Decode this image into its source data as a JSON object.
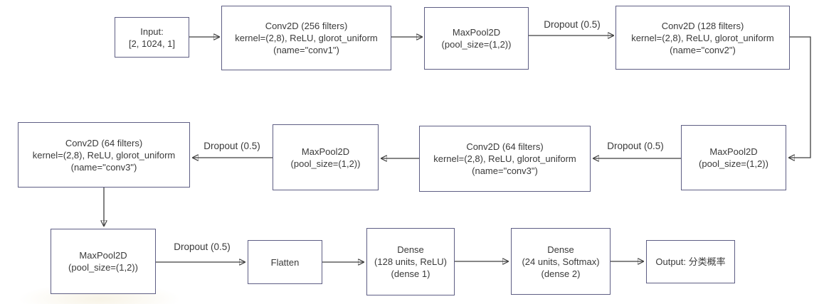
{
  "diagram": {
    "type": "cnn-architecture-flowchart",
    "colors": {
      "box_border": "#5e5e84",
      "text": "#3a3a3a",
      "arrow": "#3f3f3f",
      "background": "#ffffff"
    },
    "nodes": {
      "input": {
        "lines": [
          "Input:",
          "[2, 1024, 1]"
        ]
      },
      "conv1": {
        "lines": [
          "Conv2D (256 filters)",
          "kernel=(2,8), ReLU, glorot_uniform",
          "(name=\"conv1\")"
        ]
      },
      "pool1": {
        "lines": [
          "MaxPool2D",
          "(pool_size=(1,2))"
        ]
      },
      "conv2": {
        "lines": [
          "Conv2D (128 filters)",
          "kernel=(2,8), ReLU, glorot_uniform",
          "(name=\"conv2\")"
        ]
      },
      "pool2": {
        "lines": [
          "MaxPool2D",
          "(pool_size=(1,2))"
        ]
      },
      "conv3_mid": {
        "lines": [
          "Conv2D (64 filters)",
          "kernel=(2,8), ReLU, glorot_uniform",
          "(name=\"conv3\")"
        ]
      },
      "pool3": {
        "lines": [
          "MaxPool2D",
          "(pool_size=(1,2))"
        ]
      },
      "conv3_left": {
        "lines": [
          "Conv2D (64 filters)",
          "kernel=(2,8), ReLU, glorot_uniform",
          "(name=\"conv3\")"
        ]
      },
      "pool4": {
        "lines": [
          "MaxPool2D",
          "(pool_size=(1,2))"
        ]
      },
      "flatten": {
        "lines": [
          "Flatten"
        ]
      },
      "dense1": {
        "lines": [
          "Dense",
          "(128 units, ReLU)",
          "(dense 1)"
        ]
      },
      "dense2": {
        "lines": [
          "Dense",
          "(24 units, Softmax)",
          "(dense 2)"
        ]
      },
      "output": {
        "lines": [
          "Output: 分类概率"
        ]
      }
    },
    "edge_labels": {
      "dropout_top": "Dropout (0.5)",
      "dropout_mid_right": "Dropout (0.5)",
      "dropout_mid_left": "Dropout (0.5)",
      "dropout_bottom": "Dropout (0.5)"
    }
  }
}
